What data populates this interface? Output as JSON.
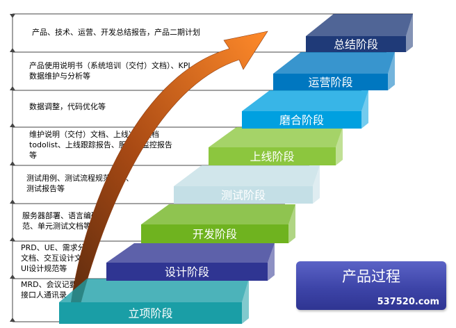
{
  "title": "产品过程",
  "site": "537520.com",
  "colors": {
    "stages": [
      "#1a9ea6",
      "#2f3592",
      "#6fb31f",
      "#c4dfe6",
      "#8cc63e",
      "#00a0e0",
      "#0077c0",
      "#1f3a78"
    ],
    "arrow": "#d2691e"
  },
  "stages": [
    {
      "name": "立项阶段"
    },
    {
      "name": "设计阶段"
    },
    {
      "name": "开发阶段"
    },
    {
      "name": "测试阶段"
    },
    {
      "name": "上线阶段"
    },
    {
      "name": "磨合阶段"
    },
    {
      "name": "运营阶段"
    },
    {
      "name": "总结阶段"
    }
  ],
  "notes": [
    {
      "lines": [
        "MRD、会议记要",
        "接口人通讯录"
      ]
    },
    {
      "lines": [
        "PRD、UE、需求分析",
        "文档、交互设计文档、",
        "UI设计规范等"
      ]
    },
    {
      "lines": [
        "服务器部署、语言编码规",
        "范、单元测试文档等"
      ]
    },
    {
      "lines": [
        "测试用例、测试流程规范文档、",
        "测试报告等"
      ]
    },
    {
      "lines": [
        "维护说明（交付）文档、上线准备文档",
        "todolist、上线跟踪报告、服务器监控报告",
        "等"
      ]
    },
    {
      "lines": [
        "数据调整，代码优化等"
      ]
    },
    {
      "lines": [
        "产品使用说明书（系统培训（交付）文档）、KPI、",
        "数据维护与分析等"
      ]
    },
    {
      "lines": [
        "产品、技术、运营、开发总结报告，产品二期计划"
      ]
    }
  ]
}
